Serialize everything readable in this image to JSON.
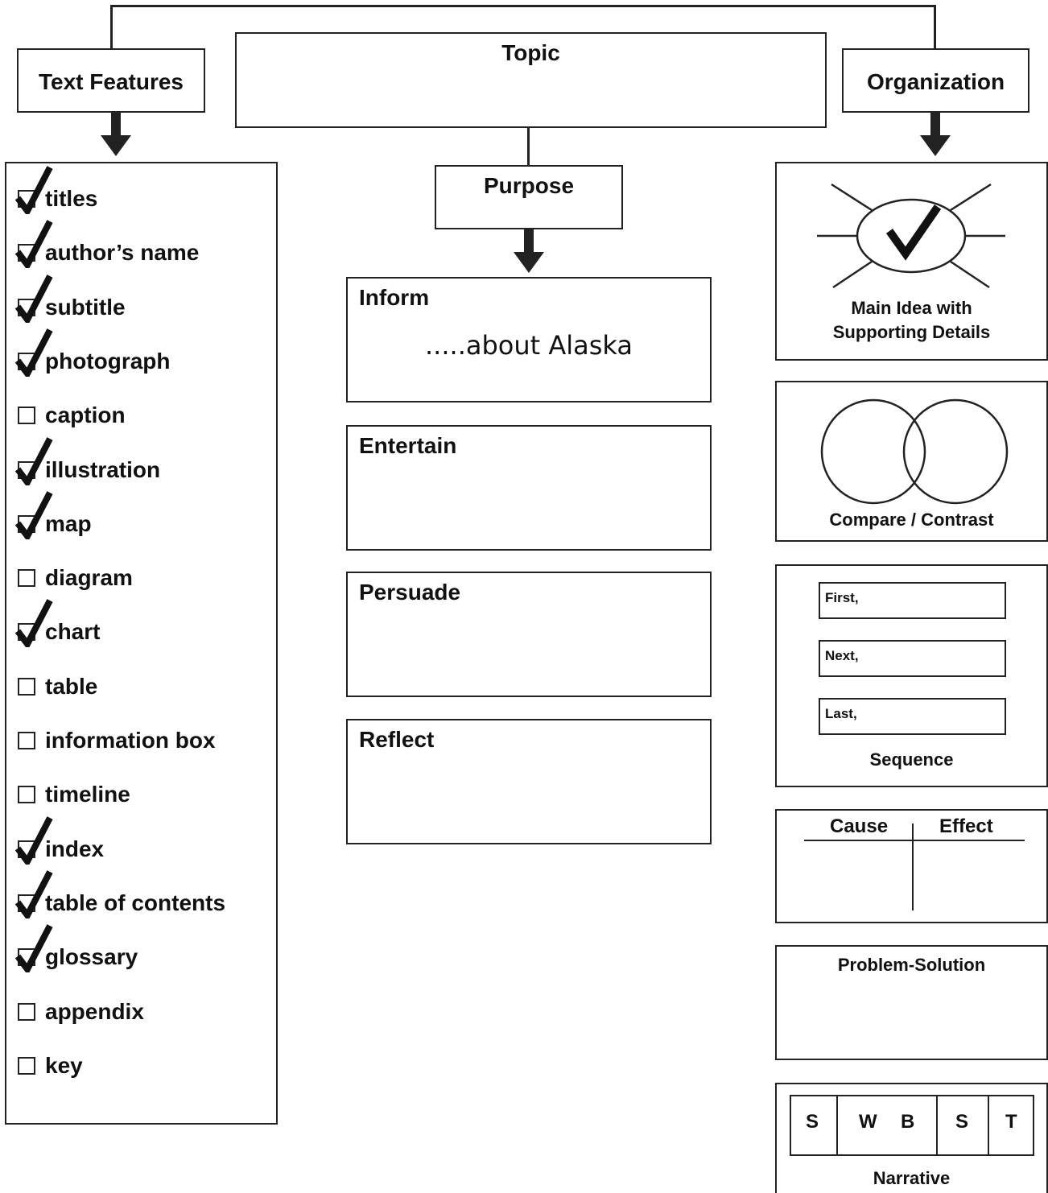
{
  "topic": {
    "label": "Topic"
  },
  "text_features": {
    "heading": "Text Features",
    "items": [
      {
        "label": "titles",
        "checked": true
      },
      {
        "label": "author’s name",
        "checked": true
      },
      {
        "label": "subtitle",
        "checked": true
      },
      {
        "label": "photograph",
        "checked": true
      },
      {
        "label": "caption",
        "checked": false
      },
      {
        "label": "illustration",
        "checked": true
      },
      {
        "label": "map",
        "checked": true
      },
      {
        "label": "diagram",
        "checked": false
      },
      {
        "label": "chart",
        "checked": true
      },
      {
        "label": "table",
        "checked": false
      },
      {
        "label": "information box",
        "checked": false
      },
      {
        "label": "timeline",
        "checked": false
      },
      {
        "label": "index",
        "checked": true
      },
      {
        "label": "table of contents",
        "checked": true
      },
      {
        "label": "glossary",
        "checked": true
      },
      {
        "label": "appendix",
        "checked": false
      },
      {
        "label": "key",
        "checked": false
      }
    ]
  },
  "purpose": {
    "heading": "Purpose",
    "boxes": [
      {
        "label": "Inform",
        "note": ".....about Alaska"
      },
      {
        "label": "Entertain",
        "note": ""
      },
      {
        "label": "Persuade",
        "note": ""
      },
      {
        "label": "Reflect",
        "note": ""
      }
    ]
  },
  "organization": {
    "heading": "Organization",
    "main_idea": "Main Idea with Supporting Details",
    "compare_contrast": "Compare / Contrast",
    "sequence": {
      "first": "First,",
      "next": "Next,",
      "last": "Last,",
      "label": "Sequence"
    },
    "cause_effect": {
      "cause": "Cause",
      "effect": "Effect"
    },
    "problem_solution": "Problem-Solution",
    "narrative": {
      "cols": [
        "S",
        "W",
        "B",
        "S",
        "T"
      ],
      "label": "Narrative"
    }
  }
}
